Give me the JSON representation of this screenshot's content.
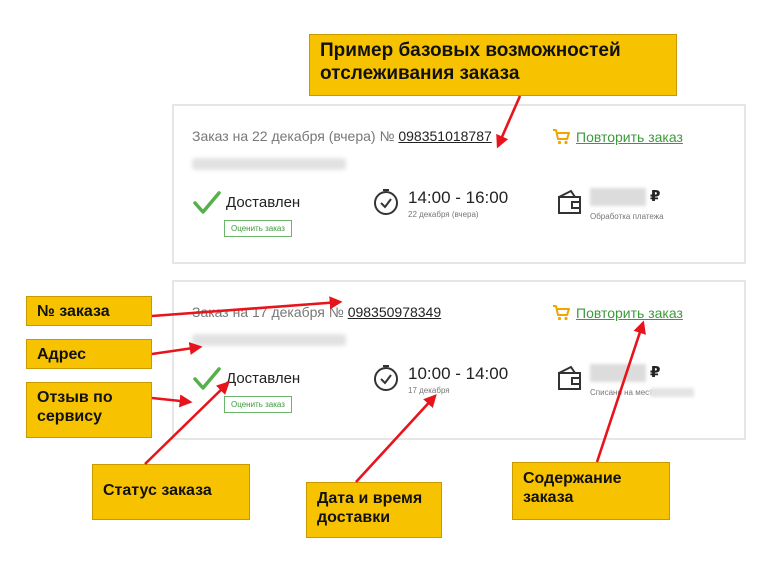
{
  "callouts": {
    "title": "Пример базовых возможностей отслеживания заказа",
    "order_number": "№ заказа",
    "address": "Адрес",
    "review": "Отзыв по сервису",
    "status": "Статус заказа",
    "datetime": "Дата и время доставки",
    "content": "Содержание заказа"
  },
  "orders": [
    {
      "title_prefix": "Заказ на 22 декабря (вчера) №",
      "number": "098351018787",
      "repeat_label": "Повторить заказ",
      "status_label": "Доставлен",
      "rate_label": "Оценить заказ",
      "time_range": "14:00 - 16:00",
      "time_date": "22 декабря (вчера)",
      "currency": "₽",
      "payment_status": "Обработка платежа"
    },
    {
      "title_prefix": "Заказ на 17 декабря №",
      "number": "098350978349",
      "repeat_label": "Повторить заказ",
      "status_label": "Доставлен",
      "rate_label": "Оценить заказ",
      "time_range": "10:00 - 14:00",
      "time_date": "17 декабря",
      "currency": "₽",
      "payment_status": "Списано на месте"
    }
  ],
  "colors": {
    "callout_bg": "#f7c300",
    "arrow": "#e8141c",
    "accent_green": "#3c9a3c",
    "cart_orange": "#f0a500"
  },
  "icons": {
    "cart": "cart-icon",
    "check": "check-icon",
    "clock": "clock-icon",
    "wallet": "wallet-icon"
  }
}
